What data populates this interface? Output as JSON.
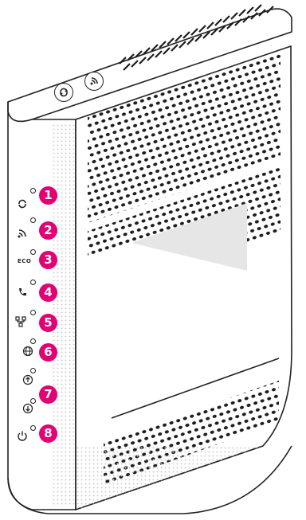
{
  "accent_color": "#e20074",
  "top_buttons": [
    {
      "icon": "sync-icon"
    },
    {
      "icon": "wifi-icon"
    }
  ],
  "indicators": [
    {
      "number": "1",
      "icon": "sync-icon"
    },
    {
      "number": "2",
      "icon": "wifi-icon"
    },
    {
      "number": "3",
      "icon": "eco-icon",
      "label": "ECO"
    },
    {
      "number": "4",
      "icon": "phone-icon"
    },
    {
      "number": "5",
      "icon": "network-icon"
    },
    {
      "number": "6",
      "icon": "globe-icon"
    },
    {
      "number": "7",
      "icon": "upload-download-icon"
    },
    {
      "number": "8",
      "icon": "power-icon"
    }
  ]
}
